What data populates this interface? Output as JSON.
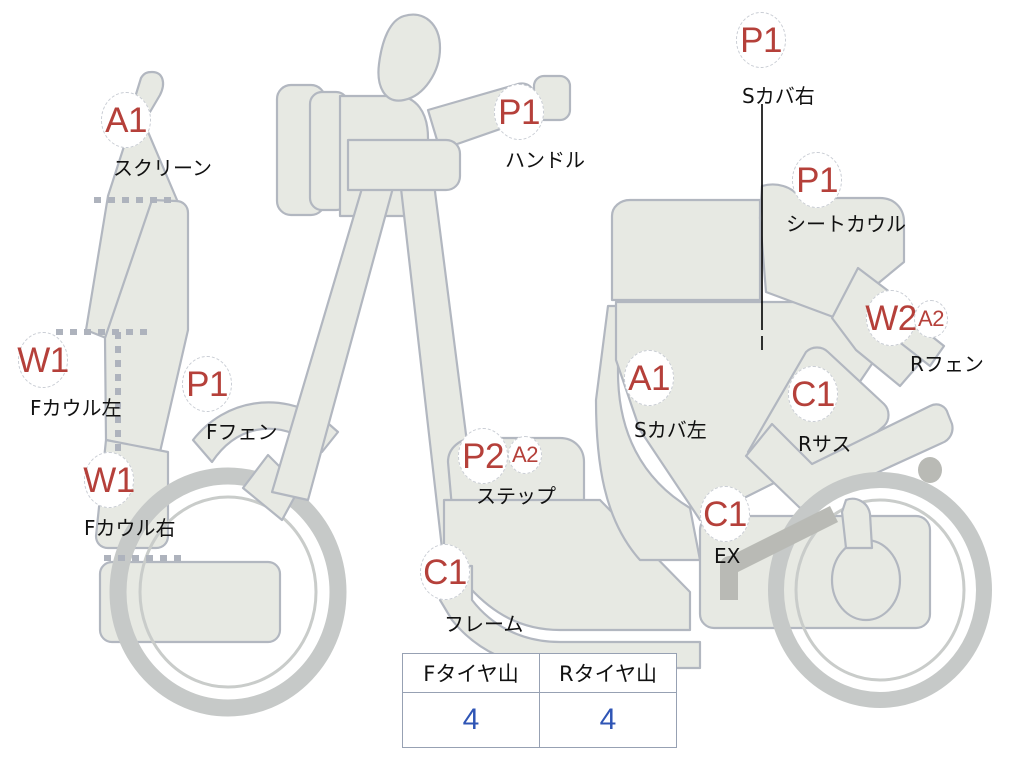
{
  "meta": {
    "colors": {
      "badge_text": "#b5403a",
      "body_fill": "#e7e9e3",
      "body_stroke": "#b2b7c0",
      "table_border": "#97a1b3",
      "table_value": "#2f55b5",
      "caption_text": "#111111",
      "accent_pipe": "#b9bab5",
      "background": "#ffffff"
    }
  },
  "annotations": [
    {
      "id": "screen",
      "grade": "A1",
      "sub": "",
      "label": "スクリーン"
    },
    {
      "id": "handle",
      "grade": "P1",
      "sub": "",
      "label": "ハンドル"
    },
    {
      "id": "fcowl-left",
      "grade": "W1",
      "sub": "",
      "label": "Fカウル左"
    },
    {
      "id": "fcowl-right",
      "grade": "W1",
      "sub": "",
      "label": "Fカウル右"
    },
    {
      "id": "f-fender",
      "grade": "P1",
      "sub": "",
      "label": "Fフェン"
    },
    {
      "id": "step",
      "grade": "P2",
      "sub": "A2",
      "label": "ステップ"
    },
    {
      "id": "frame",
      "grade": "C1",
      "sub": "",
      "label": "フレーム"
    },
    {
      "id": "scover-right",
      "grade": "P1",
      "sub": "",
      "label": "Sカバ右"
    },
    {
      "id": "seat-cowl",
      "grade": "P1",
      "sub": "",
      "label": "シートカウル"
    },
    {
      "id": "scover-left",
      "grade": "A1",
      "sub": "",
      "label": "Sカバ左"
    },
    {
      "id": "r-fender",
      "grade": "W2",
      "sub": "A2",
      "label": "Rフェン"
    },
    {
      "id": "r-suspension",
      "grade": "C1",
      "sub": "",
      "label": "Rサス"
    },
    {
      "id": "exhaust",
      "grade": "C1",
      "sub": "",
      "label": "EX"
    }
  ],
  "tire_table": {
    "headers": [
      "Fタイヤ山",
      "Rタイヤ山"
    ],
    "values": [
      "4",
      "4"
    ]
  }
}
